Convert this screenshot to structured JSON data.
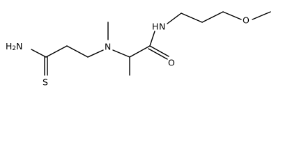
{
  "molecule": {
    "atoms": {
      "amide_nh2": {
        "symbol": "H",
        "sub": "2",
        "tail": "N"
      },
      "thione_s": "S",
      "amine_n": "N",
      "amide_nh": "H",
      "amide_nh_n": "N",
      "carbonyl_o": "O",
      "ether_o": "O"
    }
  }
}
